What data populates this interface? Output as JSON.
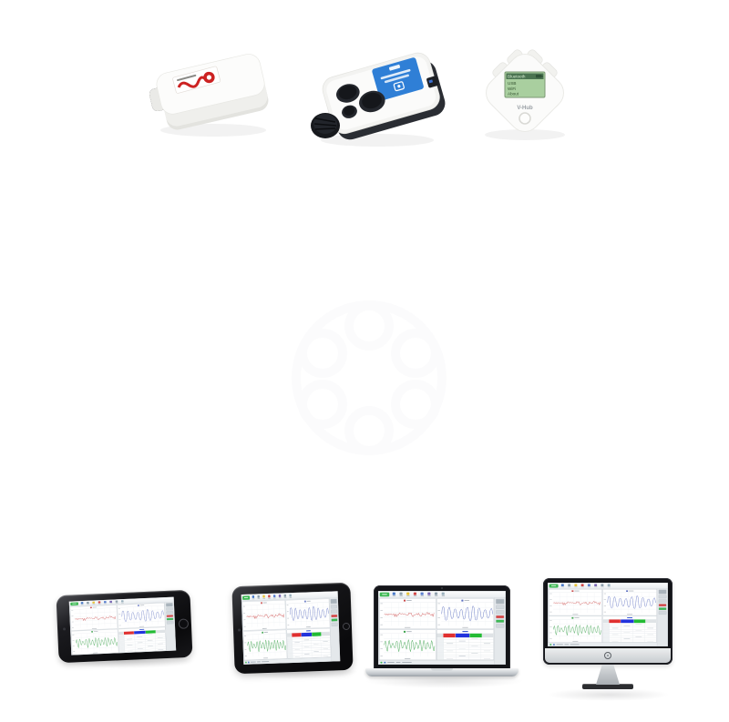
{
  "products": {
    "telemetry": {
      "desc": "white wireless telemetry transducer",
      "logo_color": "#cc2222"
    },
    "dock": {
      "desc": "white charging dock with probe bays",
      "label_color": "#2f7fd6",
      "knob_color": "#17191d"
    },
    "vhub": {
      "label": "V-Hub",
      "menu": [
        "Bluetooth",
        "USB",
        "WiFi",
        "About"
      ],
      "lcd_bg": "#a9cf9f",
      "lcd_header_bg": "#4a7350"
    }
  },
  "app": {
    "toolbar": {
      "primary_color": "#3cb853",
      "icons": [
        {
          "name": "open-icon",
          "color": "#4a7ac8"
        },
        {
          "name": "save-icon",
          "color": "#8fa0ad"
        },
        {
          "name": "zoom-icon",
          "color": "#e8c23a"
        },
        {
          "name": "record-icon",
          "color": "#d04848"
        },
        {
          "name": "print-icon",
          "color": "#5a7fd0"
        },
        {
          "name": "chart-icon",
          "color": "#7b68b5"
        },
        {
          "name": "grid-icon",
          "color": "#8fa0ad"
        },
        {
          "name": "info-icon",
          "color": "#9ab0bd"
        }
      ]
    },
    "sidebar": {
      "buttons": [
        {
          "name": "panel-toggle-button",
          "color": "#aab4bc",
          "h": 16
        },
        {
          "name": "view-button-1",
          "color": "#d2d8dd",
          "h": 13
        },
        {
          "name": "view-button-2",
          "color": "#d2d8dd",
          "h": 13
        },
        {
          "name": "marker-red-button",
          "color": "#d84545",
          "h": 10
        },
        {
          "name": "marker-green-button",
          "color": "#3cb853",
          "h": 10
        },
        {
          "name": "view-button-3",
          "color": "#d2d8dd",
          "h": 13
        }
      ]
    },
    "charts": [
      {
        "name": "trace-red",
        "color": "#c94b4b",
        "style": "noise"
      },
      {
        "name": "trace-blue",
        "color": "#5b6ec0",
        "style": "peaks"
      },
      {
        "name": "trace-green",
        "color": "#3da34d",
        "style": "dense"
      }
    ],
    "table": {
      "title_color": "#2244cc",
      "header_cells": [
        {
          "color": "#dfe3e6",
          "w": 20
        },
        {
          "color": "#e03030",
          "w": 40
        },
        {
          "color": "#2233dd",
          "w": 44
        },
        {
          "color": "#22bb33",
          "w": 40
        },
        {
          "color": "#dfe3e6",
          "w": 36
        }
      ],
      "rows": 9,
      "cols": 5
    },
    "statusbar": {
      "dots": [
        "#3cb853",
        "#4a7ac8"
      ]
    }
  },
  "devices_bottom": [
    {
      "type": "phone",
      "statusbar": false
    },
    {
      "type": "tablet",
      "statusbar": true
    },
    {
      "type": "laptop",
      "statusbar": true
    },
    {
      "type": "desktop",
      "statusbar": true
    }
  ]
}
